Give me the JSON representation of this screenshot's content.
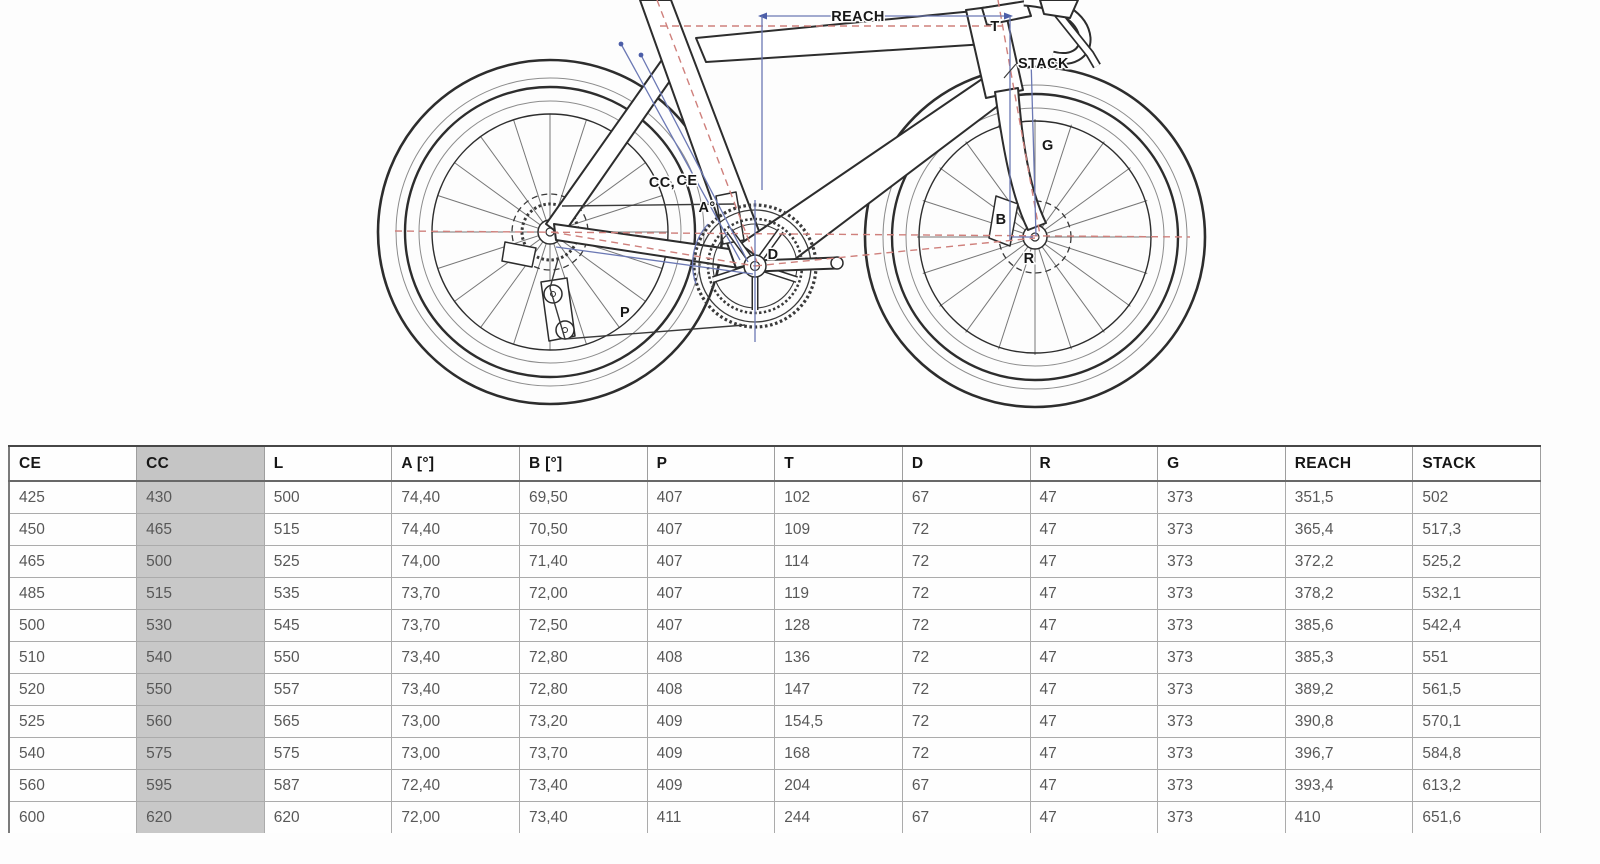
{
  "diagram": {
    "labels": {
      "reach": "REACH",
      "stack": "STACK",
      "t": "T",
      "g": "G",
      "cc": "CC,",
      "ce": "CE",
      "a": "A°",
      "d": "D",
      "b": "B",
      "r": "R",
      "p": "P"
    },
    "colors": {
      "line": "#2d2d2d",
      "measure_blue": "#6b78b4",
      "axis_red": "#cf807c"
    }
  },
  "table": {
    "columns": [
      "CE",
      "CC",
      "L",
      "A [°]",
      "B [°]",
      "P",
      "T",
      "D",
      "R",
      "G",
      "REACH",
      "STACK"
    ],
    "highlight_column": "CC",
    "highlight_color": "#c8c8c8",
    "rows": [
      [
        "425",
        "430",
        "500",
        "74,40",
        "69,50",
        "407",
        "102",
        "67",
        "47",
        "373",
        "351,5",
        "502"
      ],
      [
        "450",
        "465",
        "515",
        "74,40",
        "70,50",
        "407",
        "109",
        "72",
        "47",
        "373",
        "365,4",
        "517,3"
      ],
      [
        "465",
        "500",
        "525",
        "74,00",
        "71,40",
        "407",
        "114",
        "72",
        "47",
        "373",
        "372,2",
        "525,2"
      ],
      [
        "485",
        "515",
        "535",
        "73,70",
        "72,00",
        "407",
        "119",
        "72",
        "47",
        "373",
        "378,2",
        "532,1"
      ],
      [
        "500",
        "530",
        "545",
        "73,70",
        "72,50",
        "407",
        "128",
        "72",
        "47",
        "373",
        "385,6",
        "542,4"
      ],
      [
        "510",
        "540",
        "550",
        "73,40",
        "72,80",
        "408",
        "136",
        "72",
        "47",
        "373",
        "385,3",
        "551"
      ],
      [
        "520",
        "550",
        "557",
        "73,40",
        "72,80",
        "408",
        "147",
        "72",
        "47",
        "373",
        "389,2",
        "561,5"
      ],
      [
        "525",
        "560",
        "565",
        "73,00",
        "73,20",
        "409",
        "154,5",
        "72",
        "47",
        "373",
        "390,8",
        "570,1"
      ],
      [
        "540",
        "575",
        "575",
        "73,00",
        "73,70",
        "409",
        "168",
        "72",
        "47",
        "373",
        "396,7",
        "584,8"
      ],
      [
        "560",
        "595",
        "587",
        "72,40",
        "73,40",
        "409",
        "204",
        "67",
        "47",
        "373",
        "393,4",
        "613,2"
      ],
      [
        "600",
        "620",
        "620",
        "72,00",
        "73,40",
        "411",
        "244",
        "67",
        "47",
        "373",
        "410",
        "651,6"
      ]
    ]
  }
}
